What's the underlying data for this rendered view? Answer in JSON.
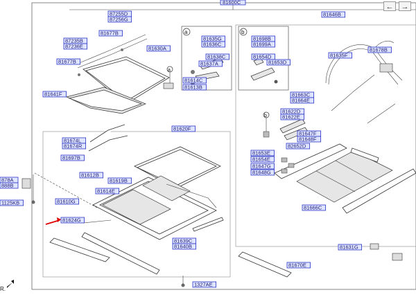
{
  "diagram": {
    "top_callout": "81600C",
    "nav": {
      "back_icon": "←",
      "forward_icon": "→"
    },
    "subviews": {
      "a": "a",
      "b": "b",
      "b_inline": "b",
      "a_inline": "a"
    },
    "corner_text": "R.",
    "labels": {
      "l87255D": "87255D",
      "l87256G": "87256G",
      "l81677B_a": "81677B",
      "l87235B": "87235B",
      "l87236E": "87236E",
      "l81677B_b": "81677B",
      "l81630A": "81630A",
      "l81641F": "81641F",
      "l81635G": "81635G",
      "l81636C": "81636C",
      "l81638C": "81638C",
      "l81637A": "81637A",
      "l81614C": "81614C",
      "l81613B": "81613B",
      "l81698B": "81698B",
      "l81699A": "81699A",
      "l81654D": "81654D",
      "l81653D": "81653D",
      "l81646B": "81646B",
      "l81635F": "81635F",
      "l81678B": "81678B",
      "l81663C": "81663C",
      "l81664E": "81664E",
      "l81622D": "81622D",
      "l81622E": "81622E",
      "l81647F": "81647F",
      "l81648F": "81648F",
      "l82652D": "82652D",
      "l81653E": "81653E",
      "l81654E": "81654E",
      "l81647G": "81647G",
      "l81648G": "81648G",
      "l81666C": "81666C",
      "l81631G": "81631G",
      "l81670E": "81670E",
      "l81674L": "81674L",
      "l81674R": "81674R",
      "l81697B": "81697B",
      "l81620F": "81620F",
      "l81612B": "81612B",
      "l81619B": "81619B",
      "l81614E": "81614E",
      "l81610G": "81610G",
      "l81624G": "81624G",
      "l81639C": "81639C",
      "l81640B": "81640B",
      "l1125KB": "1125KB",
      "l878A": "878A",
      "l888B": "888B",
      "l1327AE": "1327AE"
    }
  }
}
